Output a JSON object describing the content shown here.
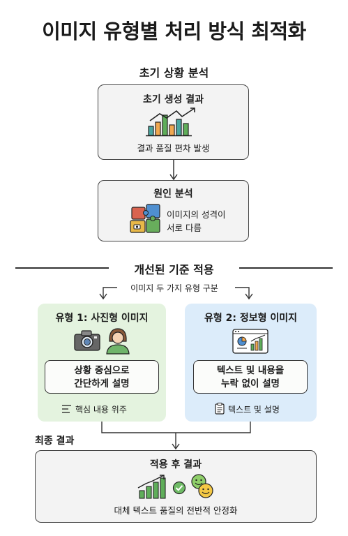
{
  "title": "이미지 유형별 처리 방식 최적화",
  "initial_section": {
    "label": "초기 상황 분석",
    "generation_box": {
      "title": "초기 생성 결과",
      "subtitle": "결과 품질 편차 발생"
    },
    "cause_box": {
      "title": "원인 분석",
      "text_line1": "이미지의 성격이",
      "text_line2": "서로 다름"
    }
  },
  "improved_section": {
    "label": "개선된 기준 적용",
    "split_label": "이미지 두 가지 유형 구분",
    "type1": {
      "title": "유형 1: 사진형 이미지",
      "desc_line1": "상황 중심으로",
      "desc_line2": "간단하게 설명",
      "footer": "핵심 내용 위주"
    },
    "type2": {
      "title": "유형 2: 정보형 이미지",
      "desc_line1": "텍스트 및 내용을",
      "desc_line2": "누락 없이 설명",
      "footer": "텍스트 및 설명"
    }
  },
  "final_section": {
    "label": "최종 결과",
    "result_box": {
      "title": "적용 후 결과",
      "subtitle": "대체 텍스트 품질의 전반적 안정화"
    }
  },
  "colors": {
    "green_panel": "#e4f3df",
    "blue_panel": "#dcecfa",
    "chart_green": "#5fae5a",
    "chart_orange": "#f0a850",
    "chart_teal": "#4aa6a0",
    "puzzle_red": "#d9634f",
    "puzzle_blue": "#4f8fd0",
    "puzzle_yellow": "#e8b848",
    "puzzle_green": "#68ad5c"
  }
}
